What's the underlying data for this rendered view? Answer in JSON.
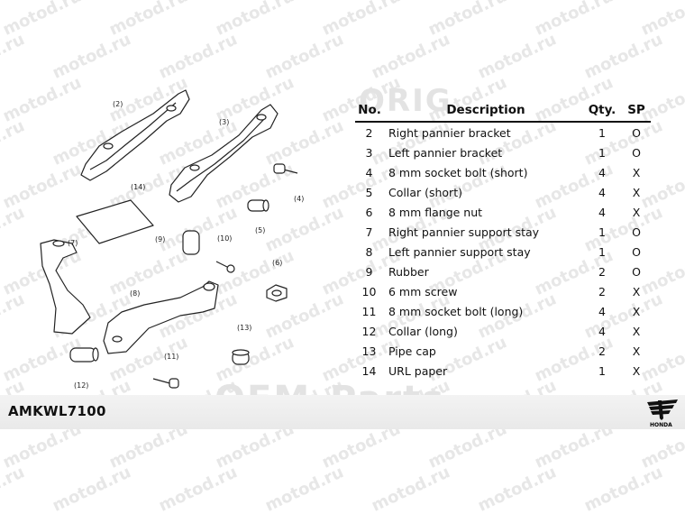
{
  "watermark": "motod.ru",
  "oem_watermark": {
    "top": "ORIG",
    "bottom_left": "OEM",
    "bottom_mid": "Bil",
    "bottom_right": "Parts"
  },
  "table": {
    "headers": {
      "no": "No.",
      "description": "Description",
      "qty": "Qty.",
      "sp": "SP"
    },
    "rows": [
      {
        "no": "2",
        "description": "Right pannier bracket",
        "qty": "1",
        "sp": "O"
      },
      {
        "no": "3",
        "description": "Left pannier bracket",
        "qty": "1",
        "sp": "O"
      },
      {
        "no": "4",
        "description": "8 mm socket bolt (short)",
        "qty": "4",
        "sp": "X"
      },
      {
        "no": "5",
        "description": "Collar (short)",
        "qty": "4",
        "sp": "X"
      },
      {
        "no": "6",
        "description": "8 mm flange nut",
        "qty": "4",
        "sp": "X"
      },
      {
        "no": "7",
        "description": "Right pannier support stay",
        "qty": "1",
        "sp": "O"
      },
      {
        "no": "8",
        "description": "Left pannier support stay",
        "qty": "1",
        "sp": "O"
      },
      {
        "no": "9",
        "description": "Rubber",
        "qty": "2",
        "sp": "O"
      },
      {
        "no": "10",
        "description": "6 mm screw",
        "qty": "2",
        "sp": "X"
      },
      {
        "no": "11",
        "description": "8 mm socket bolt (long)",
        "qty": "4",
        "sp": "X"
      },
      {
        "no": "12",
        "description": "Collar (long)",
        "qty": "4",
        "sp": "X"
      },
      {
        "no": "13",
        "description": "Pipe cap",
        "qty": "2",
        "sp": "X"
      },
      {
        "no": "14",
        "description": "URL paper",
        "qty": "1",
        "sp": "X"
      }
    ]
  },
  "callouts": [
    "(2)",
    "(3)",
    "(4)",
    "(5)",
    "(6)",
    "(7)",
    "(8)",
    "(9)",
    "(10)",
    "(11)",
    "(12)",
    "(13)",
    "(14)"
  ],
  "footer": {
    "code": "AMKWL7100",
    "brand": "HONDA"
  }
}
